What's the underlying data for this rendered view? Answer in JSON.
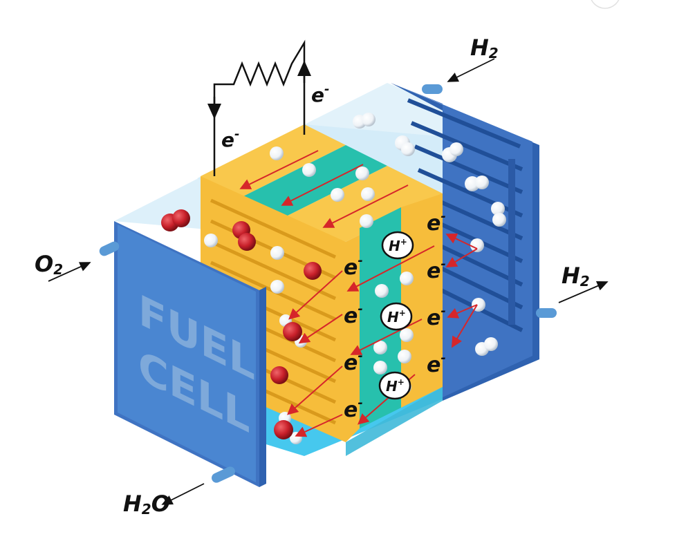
{
  "labels": {
    "o2_in": "O",
    "o2_sub": "2",
    "h2_in": "H",
    "h2_in_sub": "2",
    "h2_out": "H",
    "h2_out_sub": "2",
    "h2o_out_h": "H",
    "h2o_out_sub": "2",
    "h2o_out_o": "O",
    "electron": "e",
    "electron_sup": "-",
    "proton": "H",
    "proton_sup": "+",
    "panel_line1": "FUEL",
    "panel_line2": "CELL"
  },
  "colors": {
    "panel_blue": "#4a86d1",
    "anode_blue": "#3f73c2",
    "catalyst_yellow": "#f6bd3b",
    "membrane_teal": "#27c0ad",
    "water_cyan": "#46c8ee",
    "oxygen_red": "#c8202a",
    "arrow_red": "#d6262a"
  }
}
